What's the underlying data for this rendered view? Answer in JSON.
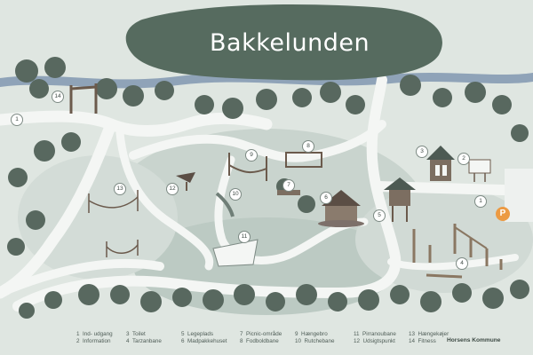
{
  "map": {
    "title": "Bakkelunden",
    "brand": "Horsens Kommune",
    "parking_label": "P",
    "legend": [
      {
        "num": "1",
        "label": "Ind- udgang"
      },
      {
        "num": "2",
        "label": "Information"
      },
      {
        "num": "3",
        "label": "Toilet"
      },
      {
        "num": "4",
        "label": "Tarzanbane"
      },
      {
        "num": "5",
        "label": "Legeplads"
      },
      {
        "num": "6",
        "label": "Madpakkehuset"
      },
      {
        "num": "7",
        "label": "Picnic-område"
      },
      {
        "num": "8",
        "label": "Fodboldbane"
      },
      {
        "num": "9",
        "label": "Hængebro"
      },
      {
        "num": "10",
        "label": "Rutchebane"
      },
      {
        "num": "11",
        "label": "Pirranoubane"
      },
      {
        "num": "12",
        "label": "Udsigtspunkt"
      },
      {
        "num": "13",
        "label": "Hængekøjer"
      },
      {
        "num": "14",
        "label": "Fitness"
      }
    ],
    "markers": [
      "1",
      "1",
      "2",
      "3",
      "4",
      "5",
      "6",
      "7",
      "8",
      "9",
      "10",
      "11",
      "12",
      "13",
      "14"
    ],
    "colors": {
      "background": "#dfe6e1",
      "hill": "#c9d4ce",
      "path": "#f4f6f4",
      "river": "#8fa3b8",
      "tree": "#58685f",
      "title_blob": "#566b5f",
      "parking": "#ec9a43"
    }
  }
}
